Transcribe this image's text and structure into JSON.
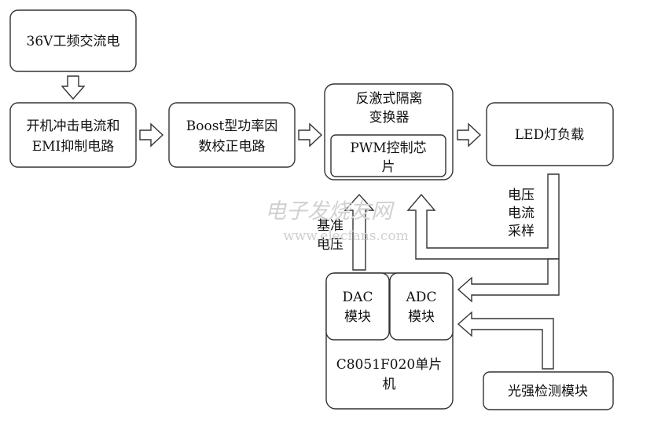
{
  "blocks": {
    "ac_source": "36V工频交流电",
    "emi_line1": "开机冲击电流和",
    "emi_line2": "EMI抑制电路",
    "boost_line1": "Boost型功率因",
    "boost_line2": "数校正电路",
    "flyback_line1": "反激式隔离",
    "flyback_line2": "变换器",
    "pwm_line1": "PWM控制芯",
    "pwm_line2": "片",
    "led_load": "LED灯负载",
    "dac_line1": "DAC",
    "dac_line2": "模块",
    "adc_line1": "ADC",
    "adc_line2": "模块",
    "mcu_line1": "C8051F020单片",
    "mcu_line2": "机",
    "light_sensor": "光强检测模块"
  },
  "labels": {
    "sampling_line1": "电压",
    "sampling_line2": "电流",
    "sampling_line3": "采样",
    "reference_line1": "基准",
    "reference_line2": "电压"
  },
  "watermark": {
    "line1": "电子发烧友网",
    "line2": "www.elecfans.com"
  },
  "colors": {
    "stroke": "#333333",
    "fill": "#ffffff",
    "watermark": "#d0d0d0"
  }
}
